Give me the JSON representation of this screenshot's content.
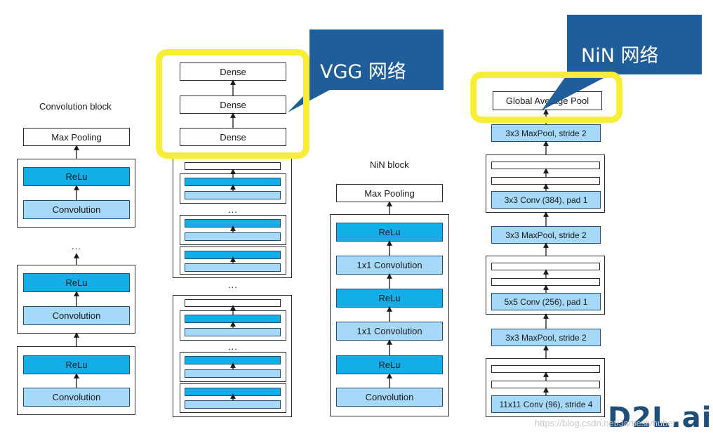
{
  "convolution_block": {
    "title": "Convolution block",
    "max_pooling": "Max Pooling",
    "relu": "ReLu",
    "convolution": "Convolution",
    "ellipsis": "..."
  },
  "vgg": {
    "dense": "Dense",
    "ellipsis": "...",
    "callout": "VGG 网络"
  },
  "nin_block": {
    "title": "NiN block",
    "max_pooling": "Max Pooling",
    "relu": "ReLu",
    "conv_1x1": "1x1 Convolution",
    "convolution": "Convolution"
  },
  "nin": {
    "callout": "NiN 网络",
    "global_average_pool": "Global Average Pool",
    "maxpool": "3x3 MaxPool, stride 2",
    "conv_384": "3x3 Conv (384), pad 1",
    "conv_256": "5x5 Conv (256), pad 1",
    "conv_96": "11x11 Conv (96), stride 4"
  },
  "logo": "D2L.ai",
  "watermark": "https://blog.csdn.net/Jameslvhuber"
}
